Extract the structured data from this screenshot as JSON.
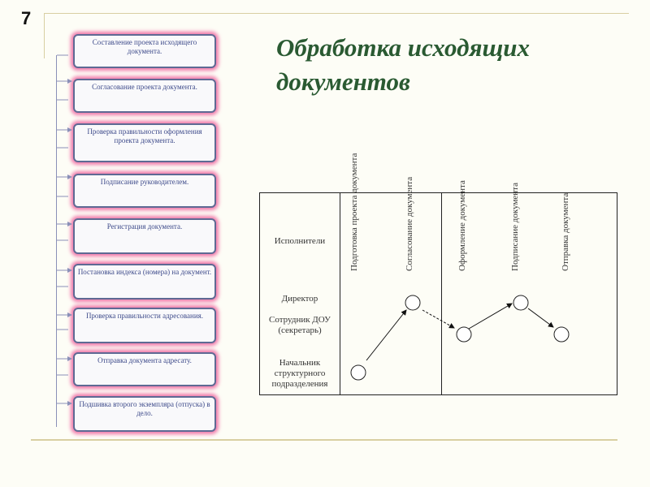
{
  "slide_number": "7",
  "title": "Обработка исходящих документов",
  "steps": [
    "Составление проекта исходящего документа.",
    "Согласование проекта документа.",
    "Проверка правильности оформления проекта документа.",
    "Подписание руководителем.",
    "Регистрация документа.",
    "Постановка индекса (номера) на документ.",
    "Проверка правильности адресования.",
    "Отправка документа адресату.",
    "Подшивка второго экземпляра (отпуска) в дело."
  ],
  "table": {
    "header_label": "Исполнители",
    "columns": [
      "Подготовка проекта документа",
      "Согласование документа",
      "Оформление документа",
      "Подписание документа",
      "Отправка документа"
    ],
    "rows": [
      "Директор",
      "Сотрудник ДОУ (секретарь)",
      "Начальник структурного подразделения"
    ]
  }
}
